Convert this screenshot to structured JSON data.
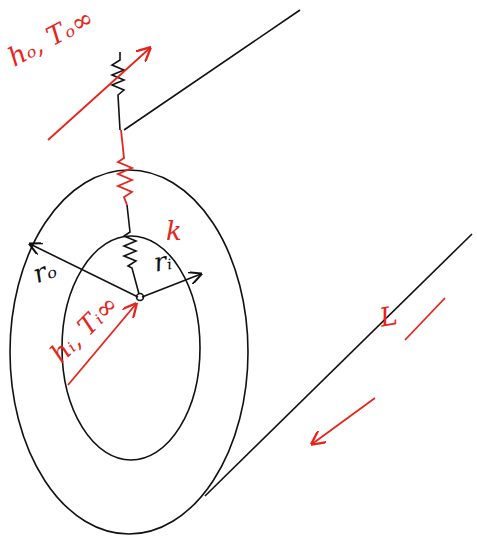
{
  "diagram": {
    "labels": [
      "hₒ, Tₒ∞",
      "k",
      "rₒ",
      "rᵢ",
      "hᵢ, Tᵢ∞",
      "L"
    ]
  }
}
